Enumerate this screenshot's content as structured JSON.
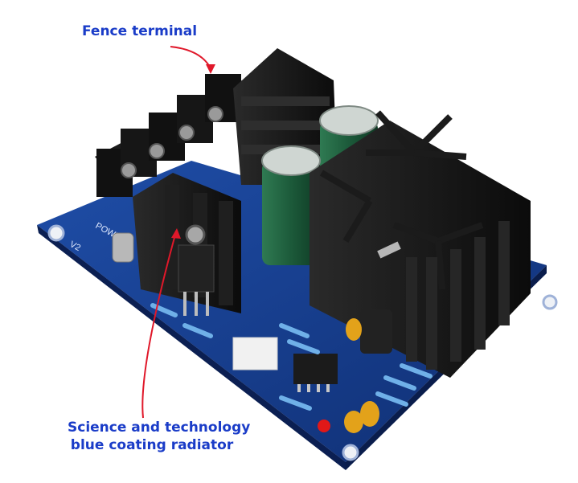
{
  "labels": {
    "fence_terminal": "Fence terminal",
    "radiator_line1": "Science and technology",
    "radiator_line2": "blue coating radiator"
  },
  "board": {
    "power_text": "POWE",
    "version_text": "V2"
  },
  "colors": {
    "label_text": "#1a3cc8",
    "arrow": "#e0182a",
    "pcb": "#143a8c",
    "heatsink": "#141414",
    "capacitor": "#1f5a3c"
  }
}
